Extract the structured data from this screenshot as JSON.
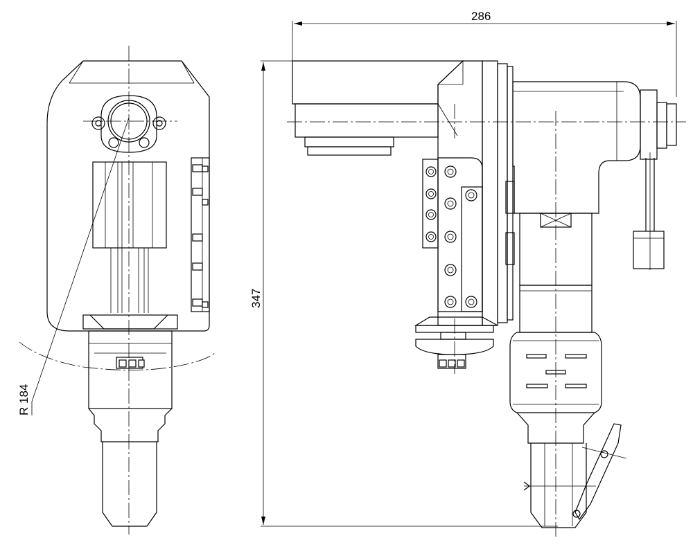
{
  "dimensions": {
    "width_label": "286",
    "height_label": "347",
    "radius_label": "R 184"
  }
}
